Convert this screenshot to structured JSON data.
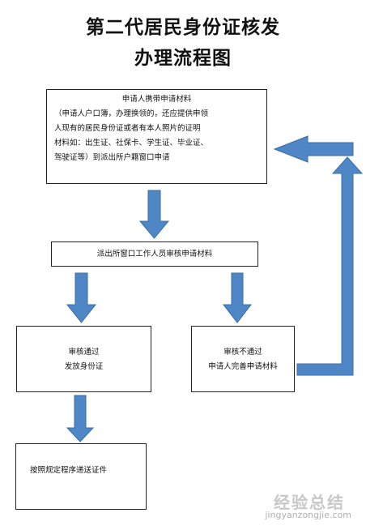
{
  "title": {
    "line1": "第二代居民身份证核发",
    "line2": "办理流程图"
  },
  "steps": {
    "apply": {
      "heading": "申请人携带申请材料",
      "lines": [
        "（申请人户口簿，办理换领的，还应提供申领",
        "人现有的居民身份证或者有本人照片的证明",
        "材料如：出生证、社保卡、学生证、毕业证、",
        "驾驶证等）到派出所户籍窗口申请"
      ]
    },
    "review": "派出所窗口工作人员审核申请材料",
    "pass": {
      "line1": "审核通过",
      "line2": "发放身份证"
    },
    "fail": {
      "line1": "审核不通过",
      "line2": "申请人完善申请材料"
    },
    "deliver": "按照规定程序递送证件"
  },
  "colors": {
    "arrow": "#4f86c6",
    "arrow_edge": "#3a6ea5"
  },
  "watermark": {
    "brand": "经验总结",
    "url": "jingyanzongjie.com"
  }
}
